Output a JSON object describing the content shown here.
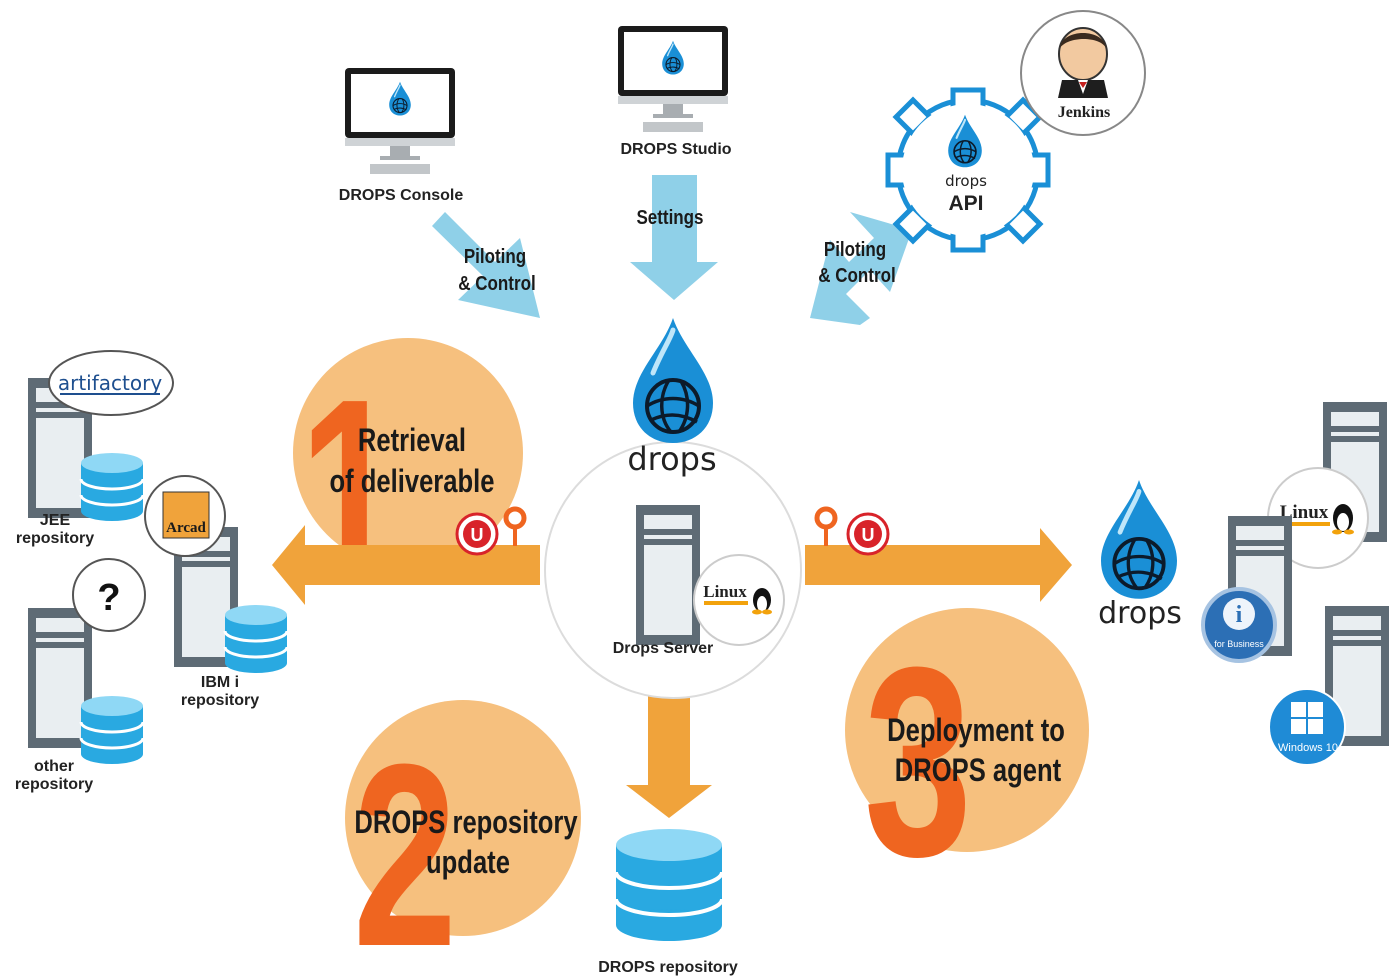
{
  "labels": {
    "console": "DROPS Console",
    "studio": "DROPS Studio",
    "api": "API",
    "jenkins": "Jenkins",
    "settings": "Settings",
    "piloting_left_1": "Piloting",
    "piloting_left_2": "& Control",
    "piloting_right_1": "Piloting",
    "piloting_right_2": "& Control",
    "server": "Drops Server",
    "drops_logo": "drops",
    "step1_1": "Retrieval",
    "step1_2": "of deliverable",
    "step2_1": "DROPS repository",
    "step2_2": "update",
    "step3_1": "Deployment to",
    "step3_2": "DROPS agent",
    "num1": "1",
    "num2": "2",
    "num3": "3",
    "jee_1": "JEE",
    "jee_2": "repository",
    "ibmi_1": "IBM i",
    "ibmi_2": "repository",
    "other_1": "other",
    "other_2": "repository",
    "drops_repo": "DROPS repository",
    "artifactory": "artifactory",
    "arcad": "Arcad",
    "question": "?",
    "linux": "Linux",
    "ibmi_business": "for Business",
    "ibmi_letter": "i",
    "windows": "Windows 10",
    "u_badge": "U"
  },
  "colors": {
    "drop_blue": "#1a8fd6",
    "arrow_blue": "#8fd0e8",
    "arrow_orange": "#f0a33b",
    "circle_peach": "#f6c07e",
    "number_orange": "#ef6520",
    "server_gray": "#5e6b75",
    "db_blue": "#29a9e1"
  }
}
